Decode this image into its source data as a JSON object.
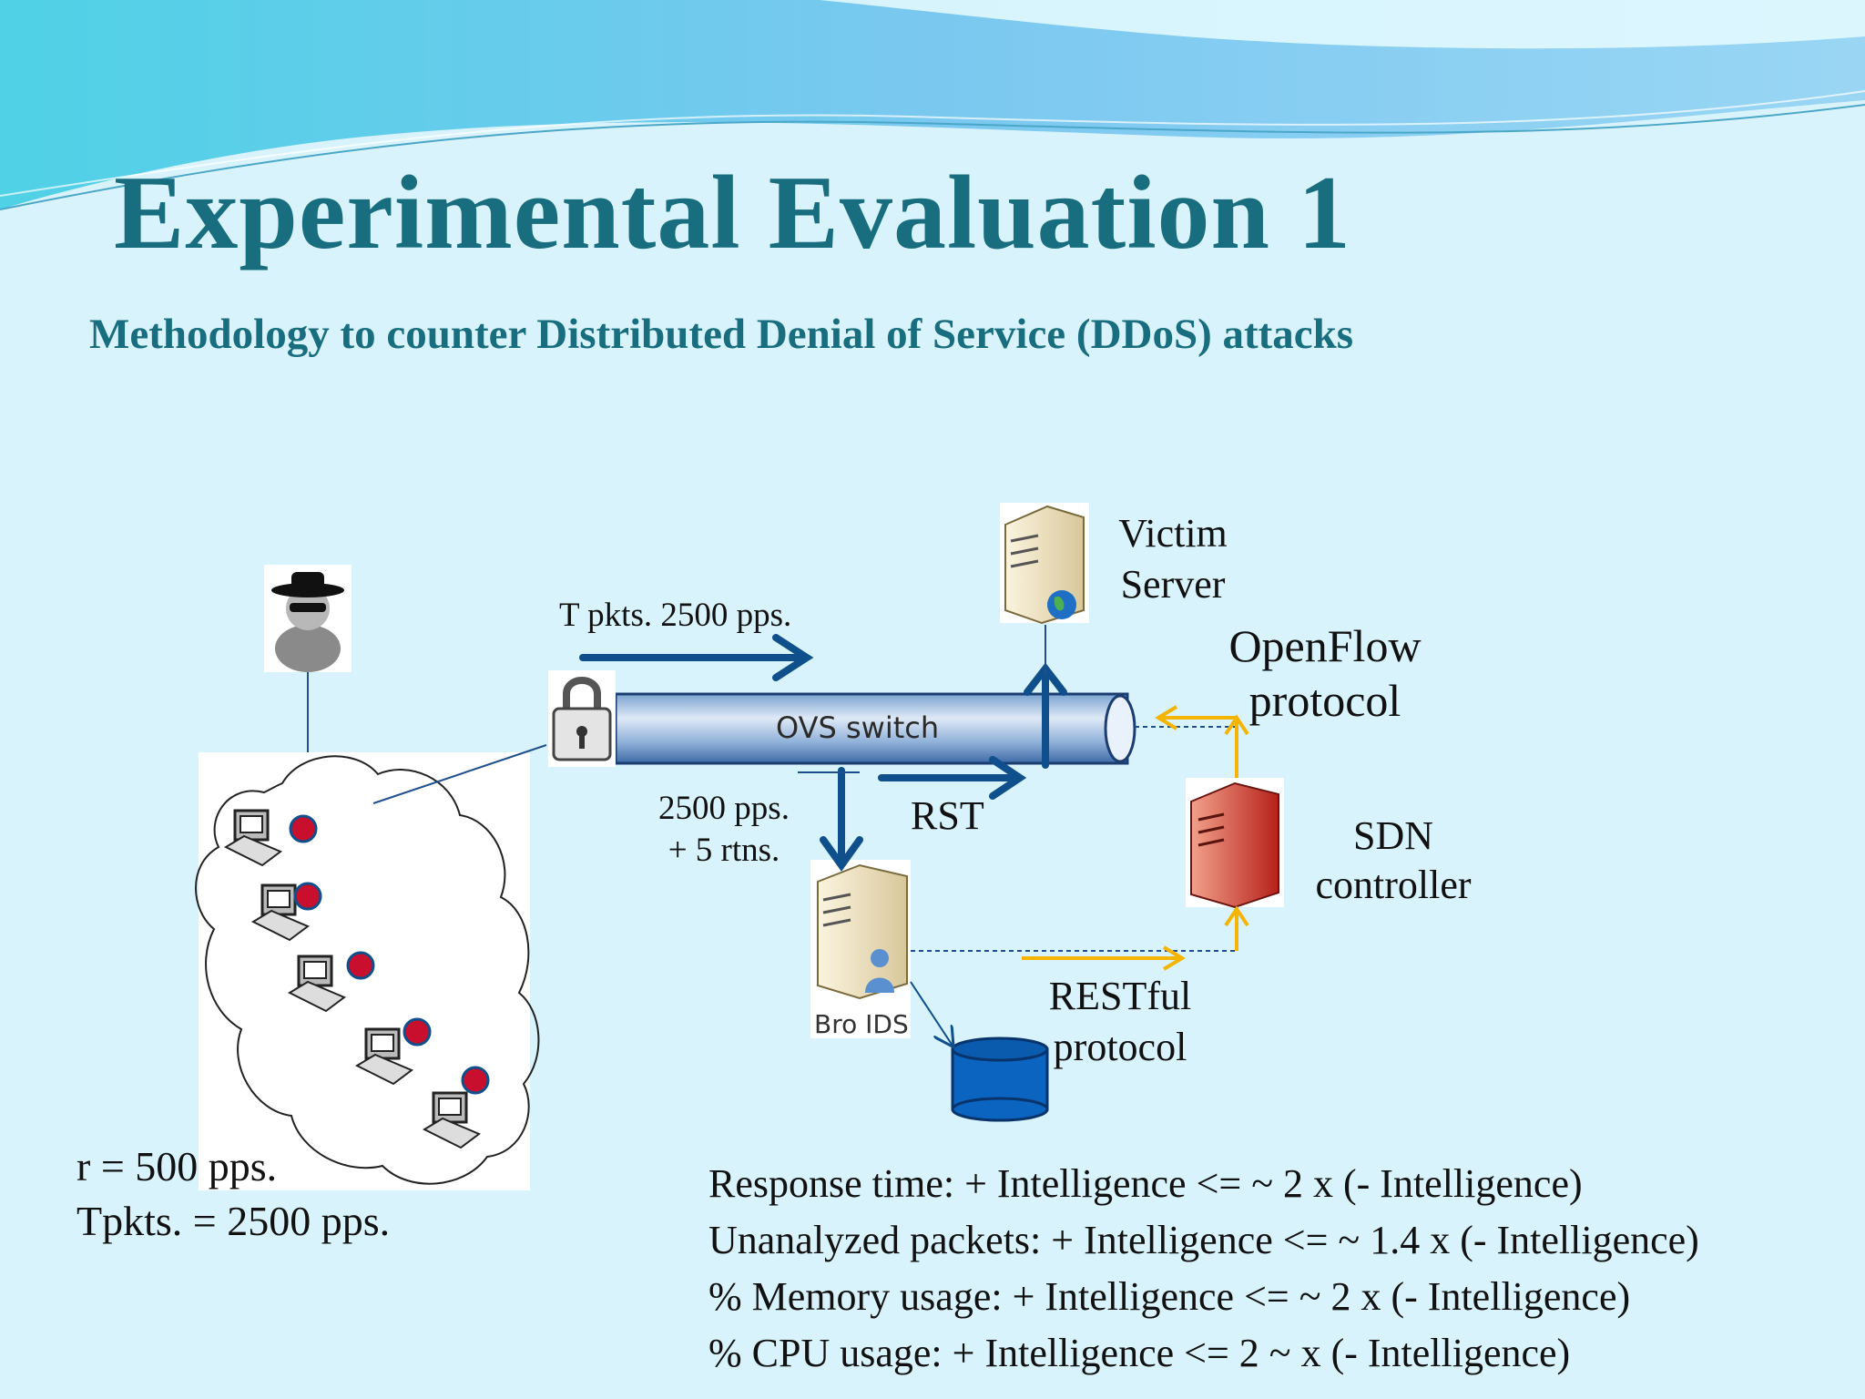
{
  "slide": {
    "title": "Experimental Evaluation 1",
    "subtitle": "Methodology to counter Distributed Denial of Service (DDoS) attacks"
  },
  "diagram": {
    "switch_label": "OVS switch",
    "ids_label": "Bro IDS",
    "victim_label_line1": "Victim",
    "victim_label_line2": "Server",
    "openflow_line1": "OpenFlow",
    "openflow_line2": "protocol",
    "sdn_line1": "SDN",
    "sdn_line2": "controller",
    "restful_line1": "RESTful",
    "restful_line2": "protocol",
    "tpkts_label": "T pkts. 2500 pps.",
    "pps_line1": "2500 pps.",
    "pps_line2": "+ 5 rtns.",
    "rst_label": "RST"
  },
  "rates": {
    "r_rate": "r = 500 pps.",
    "tpkts_rate": "Tpkts. = 2500 pps."
  },
  "results": [
    "Response time:  + Intelligence <= ~ 2 x (- Intelligence)",
    "Unanalyzed packets: + Intelligence <= ~ 1.4 x (- Intelligence)",
    "% Memory usage: + Intelligence <= ~ 2 x (- Intelligence)",
    "% CPU usage: + Intelligence <= 2 ~ x (- Intelligence)"
  ],
  "colors": {
    "background": "#d8f3fb",
    "title": "#186e7e",
    "arrow_blue": "#0e4f8c",
    "arrow_yellow": "#f5b400",
    "bot_dot": "#c8102e"
  },
  "icons": {
    "attacker": "spy-attacker-icon",
    "lock": "padlock-icon",
    "victim_server": "server-globe-icon",
    "ids_server": "server-user-icon",
    "controller": "red-server-icon",
    "database": "database-icon",
    "botnet": "botnet-cloud-icon",
    "bot": "computer-icon"
  }
}
